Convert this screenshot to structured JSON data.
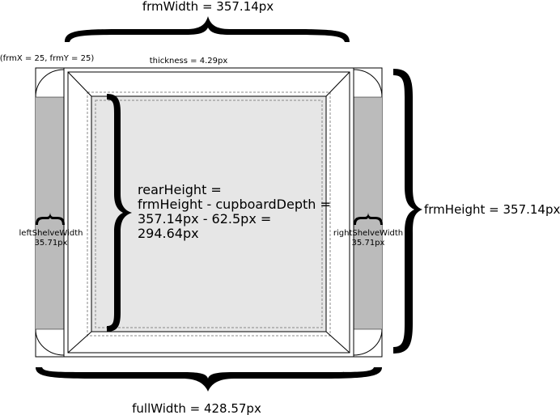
{
  "labels": {
    "frm_width": "frmWidth = 357.14px",
    "origin": "(frmX = 25, frmY = 25)",
    "thickness": "thickness = 4.29px",
    "rear_height_line1": "rearHeight =",
    "rear_height_line2": "frmHeight - cupboardDepth =",
    "rear_height_line3": "357.14px - 62.5px =",
    "rear_height_line4": "294.64px",
    "frm_height": "frmHeight = 357.14px",
    "left_shelve_label": "leftShelveWidth",
    "left_shelve_value": "35.71px",
    "right_shelve_label": "rightShelveWidth",
    "right_shelve_value": "35.71px",
    "full_width": "fullWidth = 428.57px"
  },
  "colors": {
    "stroke": "#000000",
    "shelf_fill": "#bbbbbb",
    "rear_fill": "#e6e6e6",
    "dashed": "#888888",
    "background": "#ffffff"
  }
}
